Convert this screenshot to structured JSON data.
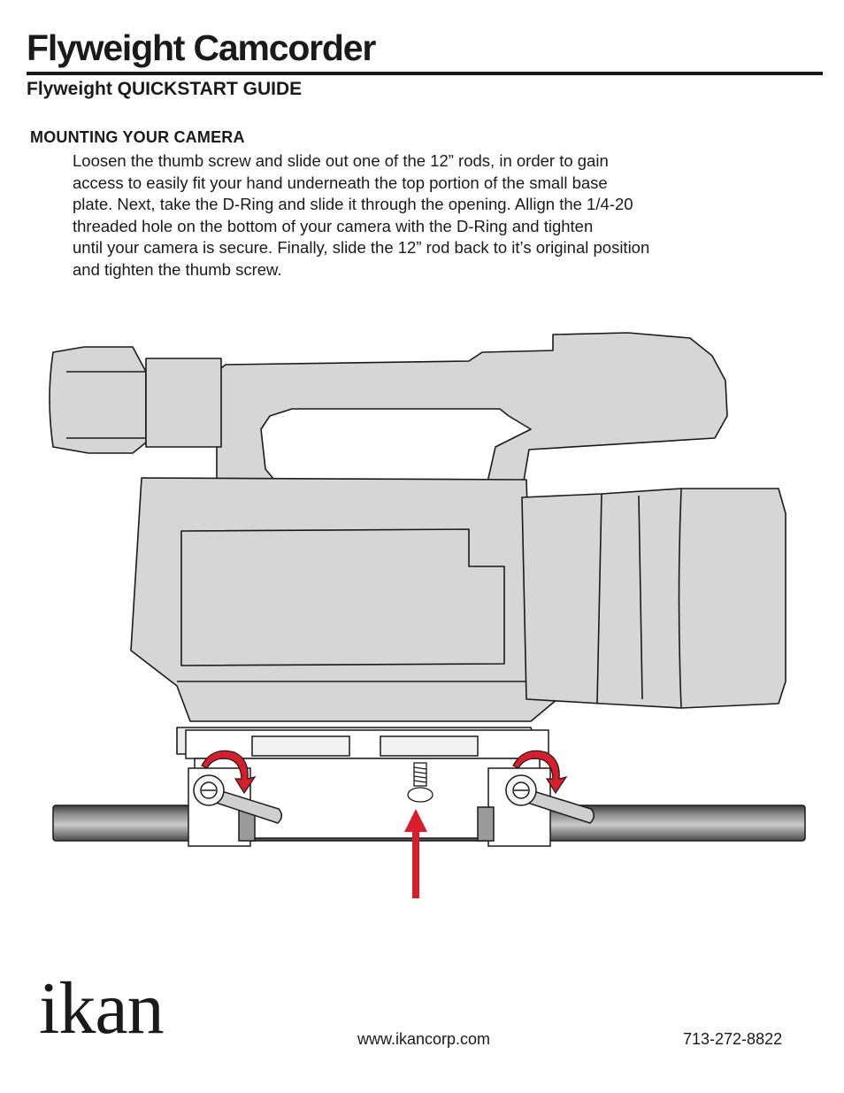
{
  "header": {
    "title": "Flyweight Camcorder",
    "subtitle": "Flyweight QUICKSTART GUIDE"
  },
  "section": {
    "heading": "MOUNTING YOUR CAMERA",
    "lines": [
      "Loosen the thumb screw and slide out one of the 12” rods, in order to gain",
      "access to easily fit your hand underneath the top portion of the small base",
      "plate.  Next, take the D-Ring and slide it through the opening.  Allign the 1/4-20",
      "threaded hole on the bottom of your camera with the D-Ring and tighten",
      "until your camera is secure.  Finally, slide the 12” rod back to it’s original position",
      "and tighten the thumb screw."
    ]
  },
  "footer": {
    "logo": "ikan",
    "website": "www.ikancorp.com",
    "phone": "713-272-8822"
  },
  "colors": {
    "camera_fill": "#d6d6d6",
    "outline": "#1a1a1a",
    "arrow_red": "#d81e2c",
    "rod_dark": "#6a6a6a"
  }
}
